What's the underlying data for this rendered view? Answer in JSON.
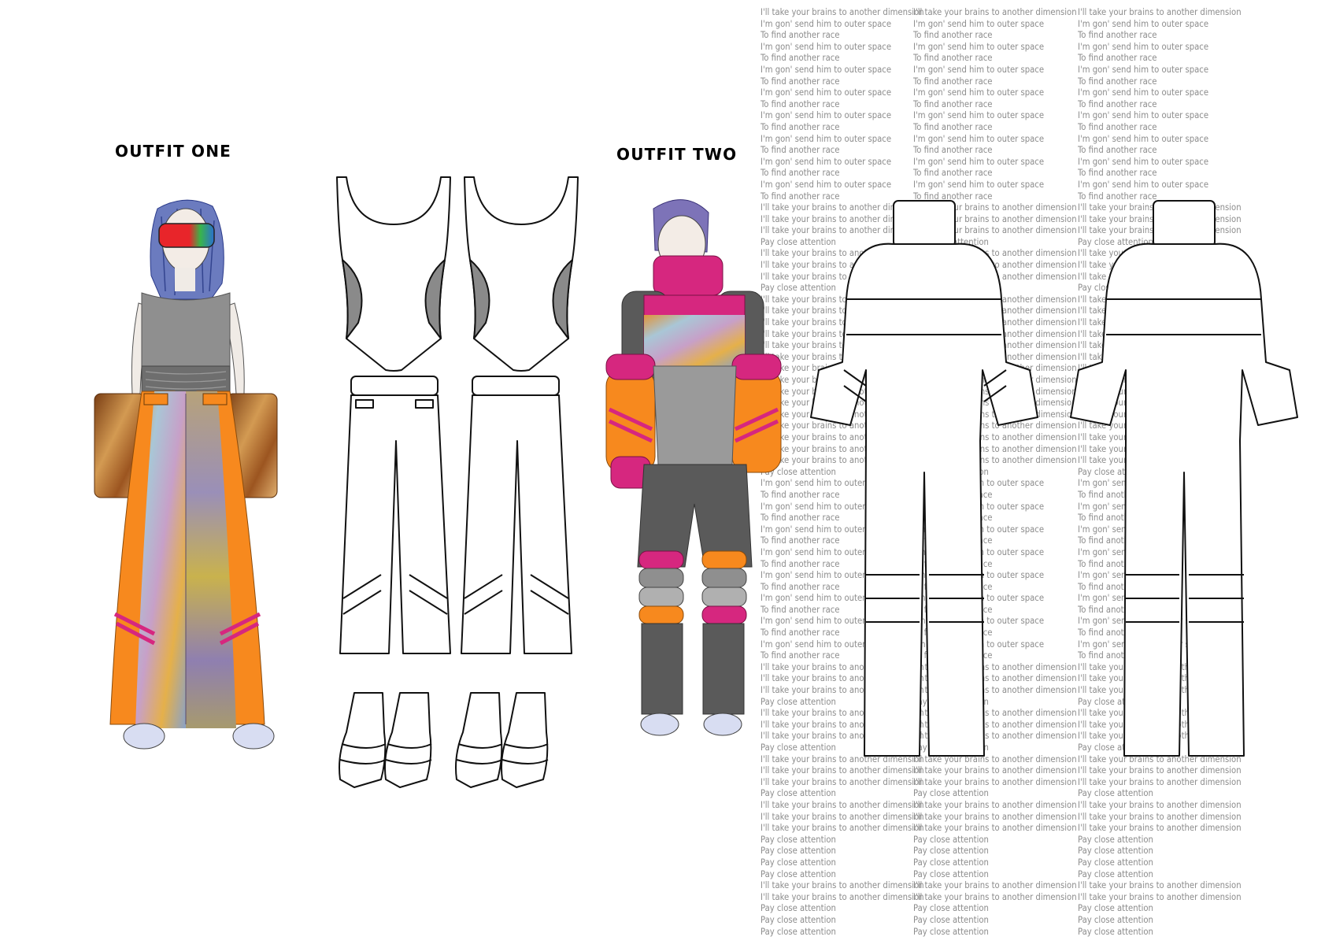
{
  "titles": {
    "outfit_one": "OUTFIT ONE",
    "outfit_two": "OUTFIT TWO"
  },
  "lyrics": {
    "line_dimension": "I'll take your brains to another dimension",
    "line_space": "I'm gon' send him to outer space",
    "line_race": "To find another race",
    "line_attention": "Pay close attention"
  },
  "colors": {
    "orange": "#f7891e",
    "magenta": "#d6277f",
    "grey_dark": "#5a5a5a",
    "grey_mid": "#8f8f8f",
    "grey_light": "#b8b8b8",
    "goggle_red": "#e8252a",
    "goggle_green": "#39b54a",
    "fur": "#b86a2a"
  }
}
